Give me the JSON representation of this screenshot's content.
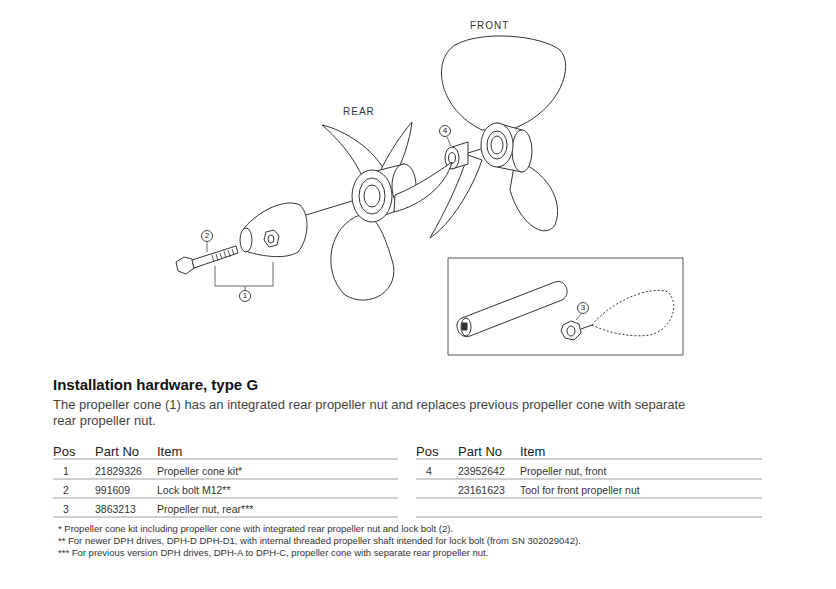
{
  "diagram": {
    "title": "Installation hardware, type G",
    "nodes": [
      {
        "text": [
          "4"
        ]
      },
      {
        "text": [
          "2"
        ]
      },
      {
        "text": [
          "1"
        ]
      },
      {
        "text": [
          "3"
        ]
      }
    ],
    "labels": [
      "FRONT",
      "REAR",
      "The propeller cone (1) has an integrated rear propeller nut and replaces previous propeller cone with separate rear propeller nut.",
      "Pos",
      "Part No",
      "Item",
      "Pos",
      "Part No",
      "Item",
      "1",
      "21829326",
      "Propeller cone kit*",
      "2",
      "991609",
      "Lock bolt M12**",
      "3",
      "3863213",
      "Propeller nut, rear***",
      "4",
      "23952642",
      "Propeller nut, front",
      "23161623",
      "Tool for front propeller nut",
      "* Propeller cone kit including propeller cone with integrated rear propeller nut and lock bolt (2).",
      "** For newer DPH drives, DPH-D DPH-D1, with internal threaded propeller shaft intended for lock bolt (from SN 302029042).",
      "*** For previous version DPH drives, DPH-A to DPH-C, propeller cone with separate rear propeller nut."
    ]
  }
}
